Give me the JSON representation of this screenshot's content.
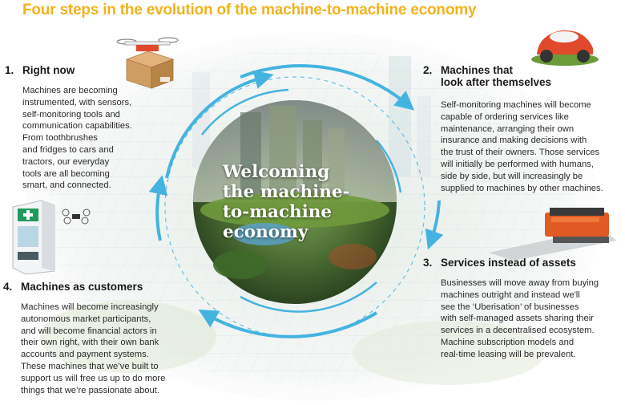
{
  "title": "Four steps in the evolution of the machine-to-machine economy",
  "center": {
    "lines": [
      "Welcoming",
      "the machine-",
      "to-machine",
      "economy"
    ]
  },
  "steps": [
    {
      "number": "1.",
      "heading": "Right now",
      "body_lines": [
        "Machines are becoming",
        "instrumented, with sensors,",
        "self-monitoring tools and",
        "communication capabilities.",
        "From toothbrushes",
        "and fridges to cars and",
        "tractors, our everyday",
        "tools are all becoming",
        "smart, and connected."
      ]
    },
    {
      "number": "2.",
      "heading_lines": [
        "Machines that",
        "look after themselves"
      ],
      "body_lines": [
        "Self-monitoring machines will become",
        "capable of ordering services like",
        "maintenance, arranging their own",
        "insurance and making decisions with",
        "the trust of their owners. Those services",
        "will initially be performed with humans,",
        "side by side, but will increasingly be",
        "supplied to machines by other machines."
      ]
    },
    {
      "number": "3.",
      "heading": "Services instead of assets",
      "body_lines": [
        "Businesses will move away from buying",
        "machines outright and instead we'll",
        "see the ‘Uberisation’ of businesses",
        "with self-managed assets sharing their",
        "services in a decentralised ecosystem.",
        "Machine subscription models and",
        "real-time leasing will be prevalent."
      ]
    },
    {
      "number": "4.",
      "heading": "Machines as customers",
      "body_lines": [
        "Machines will become increasingly",
        "autonomous market participants,",
        "and will become financial actors in",
        "their own right, with their own bank",
        "accounts and payment systems.",
        "These machines that we’ve built to",
        "support us will free us up to do more",
        "things that we’re passionate about."
      ]
    }
  ],
  "colors": {
    "title": "#f2b21b",
    "arrows": "#45b3e0",
    "pharmacy_cross": "#1f9a5a",
    "mower": "#e0492b"
  },
  "illustrations": [
    "drone-delivery-parcel",
    "robot-lawn-mower",
    "road-paving-machine",
    "pharmacy-vending-machine",
    "small-drone",
    "city-landscape-globe"
  ]
}
